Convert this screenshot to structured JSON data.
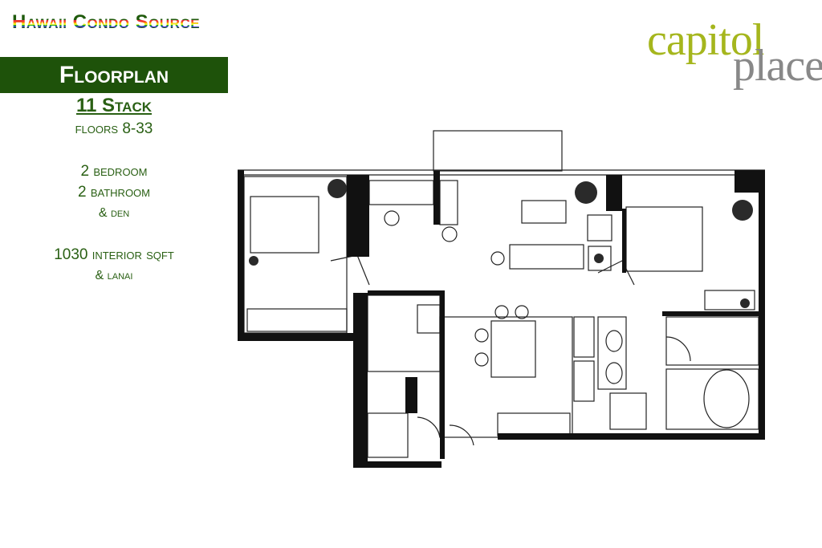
{
  "brand": "Hawaii Condo Source",
  "banner": "Floorplan",
  "stack": "11 Stack",
  "floors": "floors 8-33",
  "bedrooms": "2 bedroom",
  "bathrooms": "2 bathroom",
  "den": "& den",
  "sqft": "1030 interior sqft",
  "lanai": "& lanai",
  "logo": {
    "word1": "capitol",
    "word2": "place"
  }
}
